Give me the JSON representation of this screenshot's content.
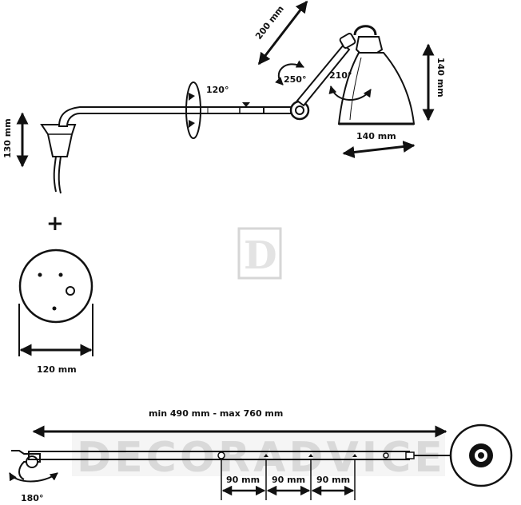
{
  "watermark": {
    "logo_letter": "D",
    "brand": "DECORADVICE"
  },
  "top": {
    "dim_200": "200 mm",
    "dim_140_height": "140 mm",
    "dim_140_width": "140 mm",
    "dim_130": "130 mm",
    "angle_120": "120°",
    "angle_250": "250°",
    "angle_210": "210°"
  },
  "middle": {
    "plus": "+",
    "dim_120": "120 mm"
  },
  "bottom": {
    "dim_range": "min 490 mm - max 760 mm",
    "seg1": "90 mm",
    "seg2": "90 mm",
    "seg3": "90 mm",
    "angle_180": "180°"
  }
}
